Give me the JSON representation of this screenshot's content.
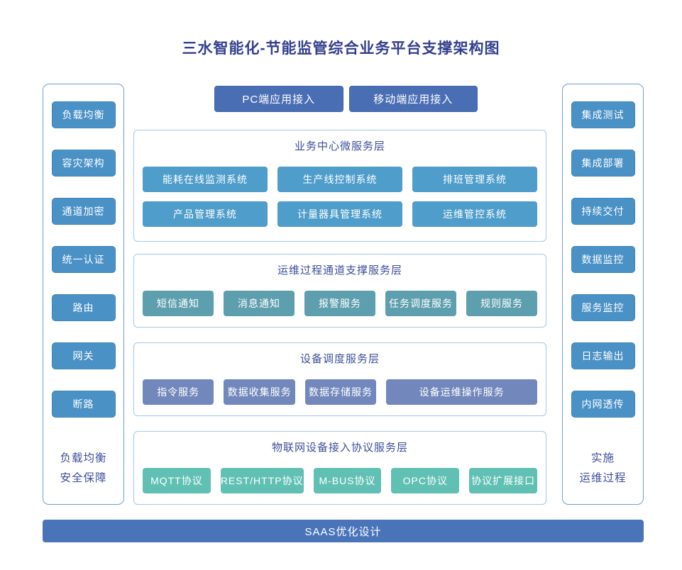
{
  "title": "三水智能化-节能监管综合业务平台支撑架构图",
  "colors": {
    "title_color": "#333f8e",
    "caption_color": "#3c4f9a",
    "panel_border": "#6f9dd1",
    "layer_border": "#a5c8e8",
    "side_node": "#4a91c6",
    "side_node_border": "#3d86bb",
    "top_node": "#4a6eb4",
    "top_node_border": "#3f63a8",
    "layer1_node": "#4e9dca",
    "layer2_node": "#5d9fae",
    "layer3_node": "#7288bc",
    "layer4_node": "#61c0b4",
    "bottom_bar": "#4a74ba"
  },
  "top_buttons": [
    "PC端应用接入",
    "移动端应用接入"
  ],
  "left_panel": {
    "items": [
      "负载均衡",
      "容灾架构",
      "通道加密",
      "统一认证",
      "路由",
      "网关",
      "断路"
    ],
    "caption_lines": [
      "负载均衡",
      "安全保障"
    ]
  },
  "right_panel": {
    "items": [
      "集成测试",
      "集成部署",
      "持续交付",
      "数据监控",
      "服务监控",
      "日志输出",
      "内网透传"
    ],
    "caption_lines": [
      "实施",
      "运维过程"
    ]
  },
  "layers": [
    {
      "title": "业务中心微服务层",
      "rows": [
        [
          "能耗在线监测系统",
          "生产线控制系统",
          "排班管理系统"
        ],
        [
          "产品管理系统",
          "计量器具管理系统",
          "运维管控系统"
        ]
      ]
    },
    {
      "title": "运维过程通道支撑服务层",
      "rows": [
        [
          "短信通知",
          "消息通知",
          "报警服务",
          "任务调度服务",
          "规则服务"
        ]
      ]
    },
    {
      "title": "设备调度服务层",
      "rows": [
        [
          "指令服务",
          "数据收集服务",
          "数据存储服务",
          "设备运维操作服务"
        ]
      ]
    },
    {
      "title": "物联网设备接入协议服务层",
      "rows": [
        [
          "MQTT协议",
          "REST/HTTP协议",
          "M-BUS协议",
          "OPC协议",
          "协议扩展接口"
        ]
      ]
    }
  ],
  "bottom_bar_label": "SAAS优化设计"
}
